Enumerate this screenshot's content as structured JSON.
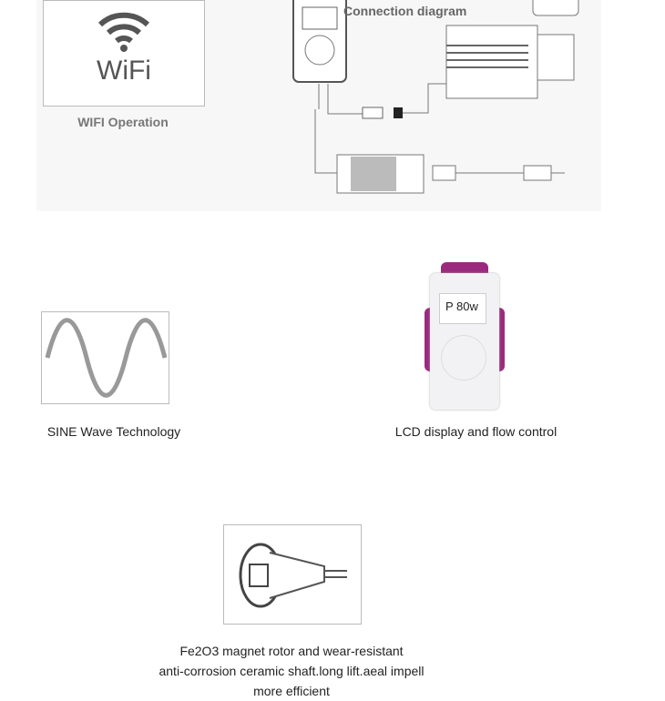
{
  "wifi": {
    "icon_label": "WiFi",
    "caption": "WIFI Operation"
  },
  "diagram": {
    "title": "Connection diagram"
  },
  "sine": {
    "caption": "SINE Wave Technology"
  },
  "lcd": {
    "screen_text": "P 80w",
    "caption": "LCD display and flow control",
    "accent": "#9b2a7e"
  },
  "rotor": {
    "caption_lines": [
      "Fe2O3 magnet rotor and wear-resistant",
      "anti-corrosion ceramic shaft.long lift.aeal impell",
      "more efficient"
    ]
  }
}
